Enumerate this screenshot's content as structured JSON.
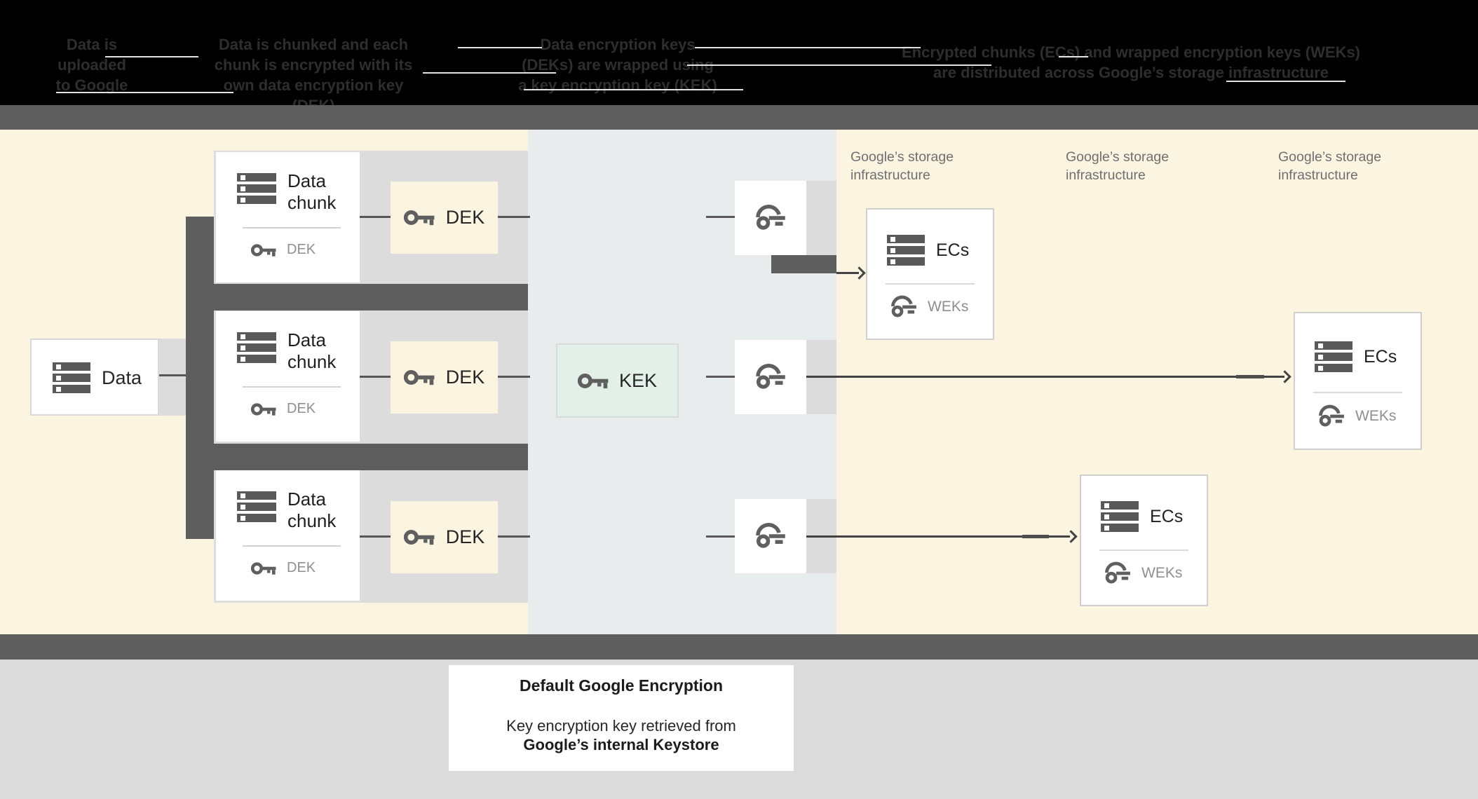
{
  "header": {
    "steps": [
      {
        "lines": [
          "Data is",
          "uploaded",
          "to Google"
        ]
      },
      {
        "lines": [
          "Data is chunked and each",
          "chunk is encrypted with its",
          "own data encryption key (DEK)"
        ]
      },
      {
        "lines": [
          "Data encryption keys",
          "(DEKs) are wrapped using",
          "a key encryption key (KEK)"
        ]
      },
      {
        "lines": [
          "Encrypted chunks (ECs) and wrapped encryption keys (WEKs)",
          "are distributed across Google’s storage infrastructure"
        ]
      }
    ]
  },
  "diagram": {
    "data_box": {
      "label": "Data"
    },
    "chunks": [
      {
        "line1": "Data",
        "line2": "chunk",
        "key_label": "DEK"
      },
      {
        "line1": "Data",
        "line2": "chunk",
        "key_label": "DEK"
      },
      {
        "line1": "Data",
        "line2": "chunk",
        "key_label": "DEK"
      }
    ],
    "deks": [
      {
        "label": "DEK"
      },
      {
        "label": "DEK"
      },
      {
        "label": "DEK"
      }
    ],
    "kek": {
      "label": "KEK"
    },
    "storage_labels": [
      {
        "line1": "Google’s storage",
        "line2": "infrastructure"
      },
      {
        "line1": "Google’s storage",
        "line2": "infrastructure"
      },
      {
        "line1": "Google’s storage",
        "line2": "infrastructure"
      }
    ],
    "ecs": [
      {
        "title": "ECs",
        "key_label": "WEKs"
      },
      {
        "title": "ECs",
        "key_label": "WEKs"
      },
      {
        "title": "ECs",
        "key_label": "WEKs"
      }
    ]
  },
  "caption": {
    "title": "Default Google Encryption",
    "body_line1": "Key encryption key retrieved from",
    "body_line2": "Google’s internal Keystore"
  },
  "colors": {
    "header_bg": "#000000",
    "band": "#5e5e5e",
    "cream": "#fbf4e1",
    "panel": "#e8eced",
    "track": "#dcdcdc",
    "kek_fill": "#e3f0e9",
    "icon": "#5f5f5f",
    "muted_text": "#757575",
    "arrow": "#424242"
  }
}
